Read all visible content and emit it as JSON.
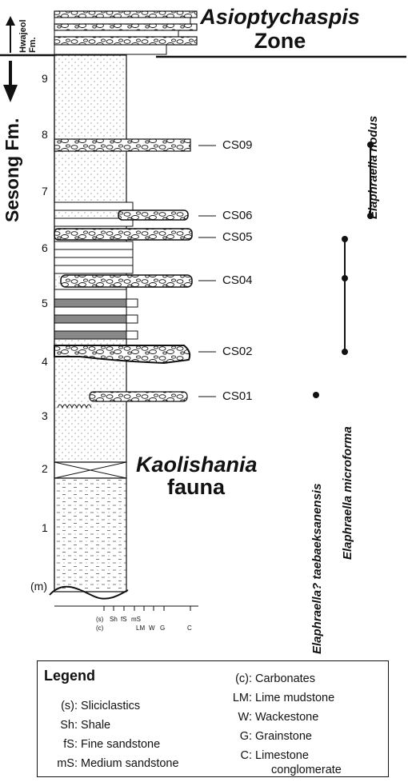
{
  "zone": {
    "genus": "Asioptychaspis",
    "word": "Zone"
  },
  "fauna": {
    "genus": "Kaolishania",
    "word": "fauna"
  },
  "formations": {
    "upper": "Hwajeol\nFm.",
    "lower": "Sesong Fm."
  },
  "height_axis": {
    "unit": "(m)",
    "ticks": [
      "1",
      "2",
      "3",
      "4",
      "5",
      "6",
      "7",
      "8",
      "9"
    ]
  },
  "samples": [
    "CS09",
    "CS06",
    "CS05",
    "CS04",
    "CS02",
    "CS01"
  ],
  "grain_scale": {
    "top": [
      "(s)",
      "Sh",
      "fS",
      "mS"
    ],
    "bottom": [
      "(c)",
      "LM",
      "W",
      "G",
      "C"
    ]
  },
  "species": [
    {
      "name": "Elaphraella nodus"
    },
    {
      "name": "Elaphraella microforma"
    },
    {
      "name": "Elaphraella? taebaeksanensis"
    }
  ],
  "legend": {
    "title": "Legend",
    "left": [
      {
        "abbr": "(s):",
        "text": "Sliciclastics"
      },
      {
        "abbr": "Sh:",
        "text": "Shale"
      },
      {
        "abbr": "fS:",
        "text": "Fine sandstone"
      },
      {
        "abbr": "mS:",
        "text": "Medium sandstone"
      }
    ],
    "right": [
      {
        "abbr": "(c):",
        "text": "Carbonates"
      },
      {
        "abbr": "LM:",
        "text": "Lime mudstone"
      },
      {
        "abbr": "W:",
        "text": "Wackestone"
      },
      {
        "abbr": "G:",
        "text": "Grainstone"
      },
      {
        "abbr": "C:",
        "text": "Limestone"
      },
      {
        "abbr": "",
        "text": "conglomerate"
      }
    ]
  },
  "colors": {
    "ink": "#111111",
    "shale_fill": "#888888",
    "paper": "#ffffff"
  }
}
